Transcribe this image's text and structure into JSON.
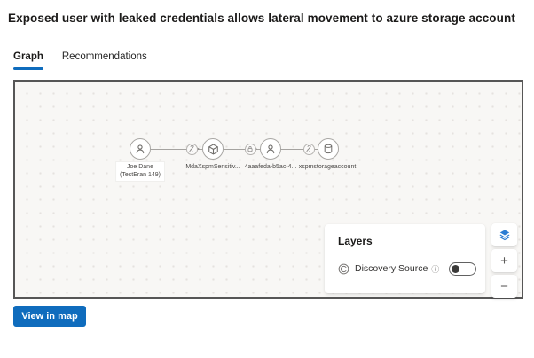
{
  "page": {
    "title": "Exposed user with leaked credentials allows lateral movement to azure storage account"
  },
  "tabs": {
    "graph_label": "Graph",
    "recommendations_label": "Recommendations"
  },
  "graph": {
    "nodes": [
      {
        "id": "joe-dane",
        "icon": "user-icon",
        "line1": "Joe Dane",
        "line2": "(TestEran 149)"
      },
      {
        "id": "mdaxspm-sensitive",
        "icon": "cube-icon",
        "label": "MdaXspmSensitiv..."
      },
      {
        "id": "4aaafeda-user",
        "icon": "user-icon",
        "label": "4aaafeda-b5ac-4..."
      },
      {
        "id": "xspm-storage",
        "icon": "storage-icon",
        "label": "xspmstorageaccount"
      }
    ],
    "edge_icons": [
      "link-icon",
      "lock-icon",
      "link-icon"
    ]
  },
  "layers_panel": {
    "title": "Layers",
    "discovery_source_label": "Discovery Source",
    "toggle_state": "off"
  },
  "icons": {
    "info": "ⓘ"
  },
  "map_controls": {
    "zoom_in_label": "+",
    "zoom_out_label": "−"
  },
  "footer": {
    "view_in_map_label": "View in map"
  },
  "colors": {
    "accent_blue": "#0f6cbd",
    "layers_icon_blue": "#2b7cd3",
    "canvas_bg": "#f8f7f5",
    "canvas_border": "#565656",
    "node_border": "#a8a6a3",
    "toggle_knob": "#3b3a39"
  }
}
